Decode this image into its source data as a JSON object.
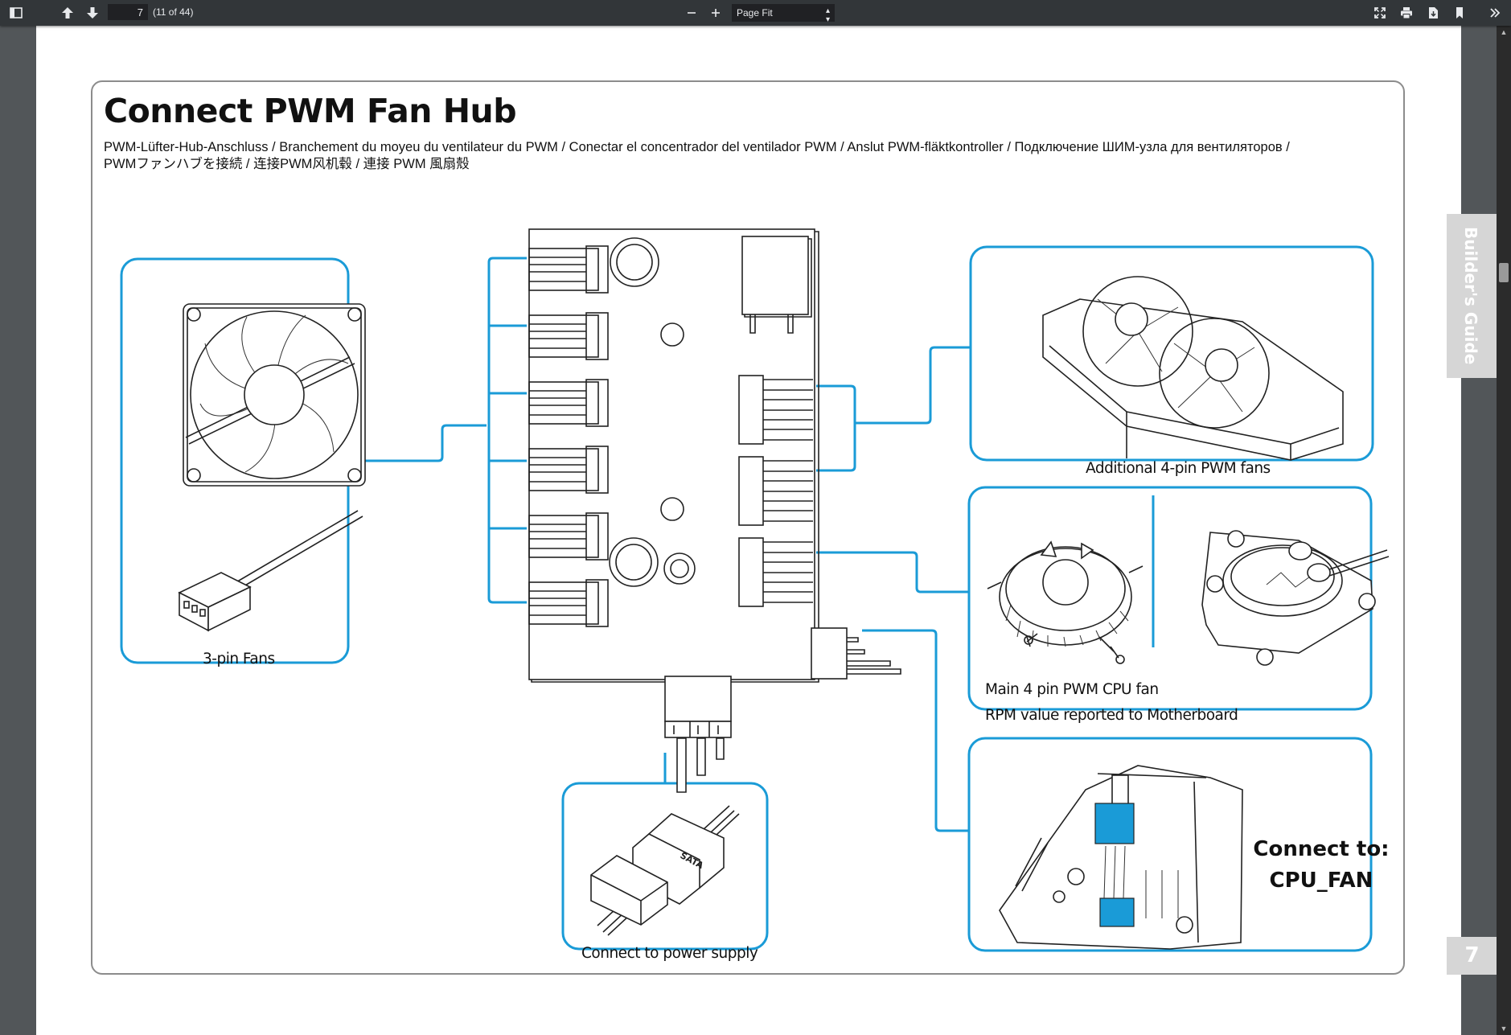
{
  "toolbar": {
    "page_input": "7",
    "page_count": "(11 of 44)",
    "zoom_value": "Page Fit"
  },
  "document": {
    "title": "Connect PWM Fan Hub",
    "subtitle": "PWM-Lüfter-Hub-Anschluss / Branchement du moyeu du ventilateur du PWM / Conectar el concentrador del ventilador PWM / Anslut PWM-fläktkontroller / Подключение ШИМ-узла для вентиляторов / PWMファンハブを接続 / 连接PWM风机毂 / 連接 PWM 風扇殼",
    "labels": {
      "three_pin": "3-pin Fans",
      "additional": "Additional  4-pin PWM fans",
      "main_cpu": "Main 4 pin PWM CPU fan",
      "rpm": "RPM value reported to Motherboard",
      "power": "Connect to power supply",
      "connect_to_line1": "Connect to:",
      "connect_to_line2": "CPU_FAN",
      "sata": "SATA"
    },
    "side_tab": "Builder's Guide",
    "page_number": "7"
  },
  "colors": {
    "accent": "#1a9bd7",
    "toolbar_bg": "#323639",
    "viewer_bg": "#525659",
    "frame": "#8c8c8c",
    "tab": "#d6d6d6"
  },
  "icons": {
    "sidebar": "sidebar-toggle-icon",
    "prev": "arrow-up-icon",
    "next": "arrow-down-icon",
    "zoom_out": "minus-icon",
    "zoom_in": "plus-icon",
    "fullscreen": "fullscreen-icon",
    "print": "print-icon",
    "save": "save-icon",
    "bookmark": "bookmark-icon",
    "more": "double-chevron-icon"
  }
}
